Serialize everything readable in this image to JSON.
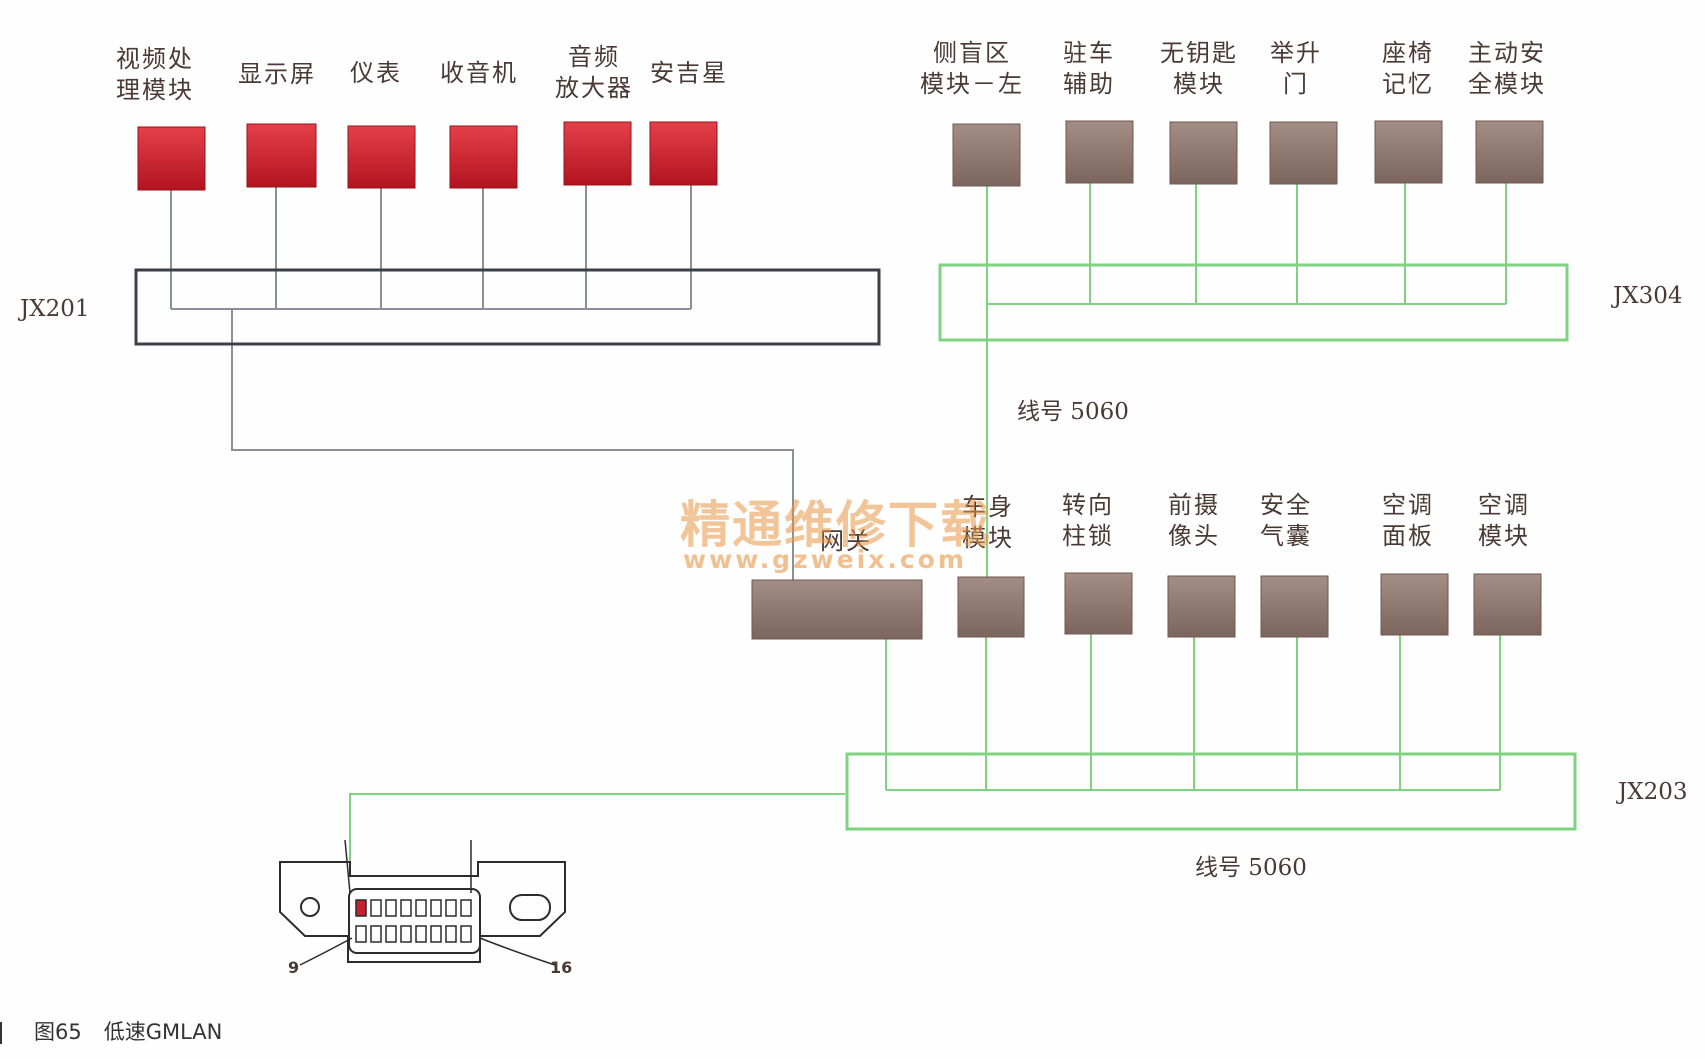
{
  "colors": {
    "red_module": "#c8202c",
    "brown_module": "#8a7268",
    "green_bus": "#7fd27f",
    "dark_bus": "#3a3f4a",
    "wire": "#8a8f99"
  },
  "top_left_modules": [
    {
      "label": "视频处\n理模块"
    },
    {
      "label": "显示屏"
    },
    {
      "label": "仪表"
    },
    {
      "label": "收音机"
    },
    {
      "label": "音频\n放大器"
    },
    {
      "label": "安吉星"
    }
  ],
  "top_right_modules": [
    {
      "label": "侧盲区\n模块－左"
    },
    {
      "label": "驻车\n辅助"
    },
    {
      "label": "无钥匙\n模块"
    },
    {
      "label": "举升\n门"
    },
    {
      "label": "座椅\n记忆"
    },
    {
      "label": "主动安\n全模块"
    }
  ],
  "bottom_modules": [
    {
      "label": "网关"
    },
    {
      "label": "车身\n模块"
    },
    {
      "label": "转向\n柱锁"
    },
    {
      "label": "前摄\n像头"
    },
    {
      "label": "安全\n气囊"
    },
    {
      "label": "空调\n面板"
    },
    {
      "label": "空调\n模块"
    }
  ],
  "connectors": {
    "jx201": "JX201",
    "jx304": "JX304",
    "jx203": "JX203"
  },
  "wire_labels": {
    "upper": "线号 5060",
    "lower": "线号 5060"
  },
  "obd": {
    "pin_left": "9",
    "pin_right": "16"
  },
  "watermark": {
    "cn": "精通维修下载",
    "url": "www.gzweix.com"
  },
  "caption": {
    "figure": "图65",
    "title": "低速GMLAN"
  }
}
